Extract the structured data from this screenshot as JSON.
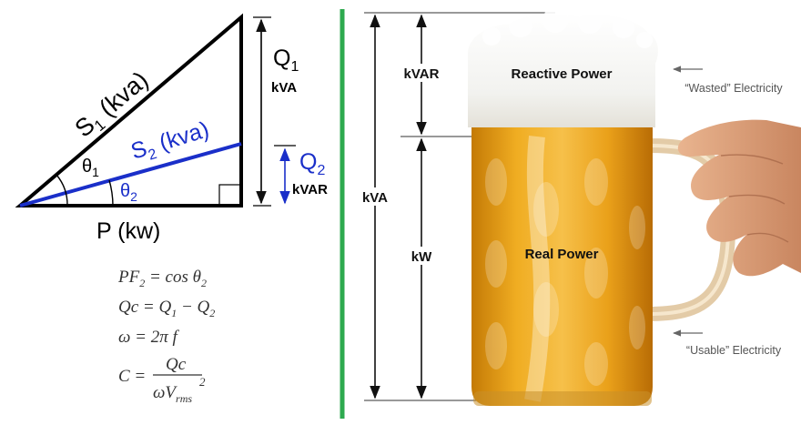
{
  "triangle": {
    "s1_main": "S",
    "s1_sub": "1",
    "s1_unit": " (kva)",
    "s2_main": "S",
    "s2_sub": "2",
    "s2_unit": " (kva)",
    "theta1_main": "θ",
    "theta1_sub": "1",
    "theta2_main": "θ",
    "theta2_sub": "2",
    "p_label": "P (kw)",
    "q1_main": "Q",
    "q1_sub": "1",
    "q1_unit": "kVA",
    "q2_main": "Q",
    "q2_sub": "2",
    "q2_unit": "kVAR"
  },
  "formulas": {
    "f1_lhs_main": "PF",
    "f1_lhs_sub": "2",
    "f1_rhs": " = cos θ",
    "f1_rhs_sub": "2",
    "f2_lhs": "Qc = Q",
    "f2_sub1": "1",
    "f2_mid": " − Q",
    "f2_sub2": "2",
    "f3": "ω = 2π f",
    "f4_lhs": "C =",
    "f4_num": "Qc",
    "f4_den_main": "ωV",
    "f4_den_sub": "rms",
    "f4_den_sup": "2"
  },
  "mug": {
    "kvar": "kVAR",
    "kva": "kVA",
    "kw": "kW",
    "reactive_power": "Reactive Power",
    "real_power": "Real Power",
    "wasted_note": "“Wasted” Electricity",
    "usable_note": "“Usable” Electricity"
  },
  "colors": {
    "divider": "#2eaa4f",
    "blue_line": "#1a2fc9",
    "beer": "#e9a215",
    "foam": "#f3f3f1"
  }
}
